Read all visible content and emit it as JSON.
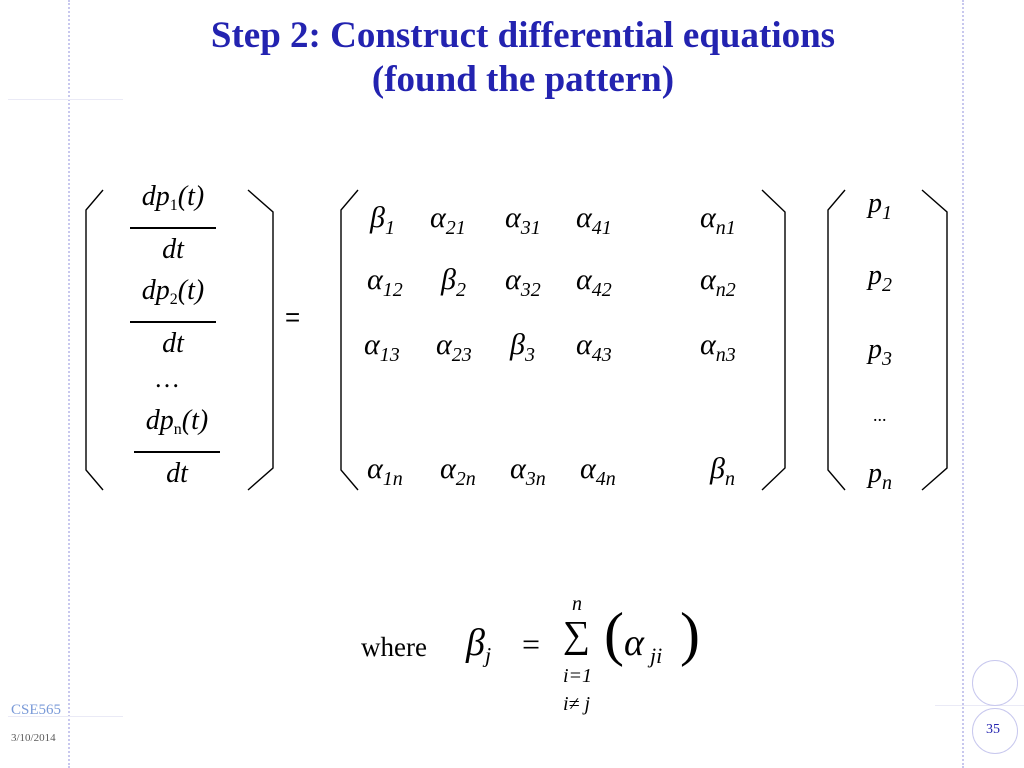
{
  "slide": {
    "title_line1": "Step 2: Construct differential equations",
    "title_line2": "(found the pattern)"
  },
  "lhs": {
    "f1_num": "dp",
    "f1_sub": "1",
    "f1_arg": "(t)",
    "f1_den": "dt",
    "f2_num": "dp",
    "f2_sub": "2",
    "f2_arg": "(t)",
    "f2_den": "dt",
    "ellipsis": "…",
    "fn_num": "dp",
    "fn_sub": "n",
    "fn_arg": "(t)",
    "fn_den": "dt"
  },
  "equals": "=",
  "matrix": {
    "r1": [
      {
        "sym": "β",
        "sub": "1"
      },
      {
        "sym": "α",
        "sub": "21"
      },
      {
        "sym": "α",
        "sub": "31"
      },
      {
        "sym": "α",
        "sub": "41"
      },
      {
        "sym": "α",
        "sub": "n1"
      }
    ],
    "r2": [
      {
        "sym": "α",
        "sub": "12"
      },
      {
        "sym": "β",
        "sub": "2"
      },
      {
        "sym": "α",
        "sub": "32"
      },
      {
        "sym": "α",
        "sub": "42"
      },
      {
        "sym": "α",
        "sub": "n2"
      }
    ],
    "r3": [
      {
        "sym": "α",
        "sub": "13"
      },
      {
        "sym": "α",
        "sub": "23"
      },
      {
        "sym": "β",
        "sub": "3"
      },
      {
        "sym": "α",
        "sub": "43"
      },
      {
        "sym": "α",
        "sub": "n3"
      }
    ],
    "r4": [
      {
        "sym": "α",
        "sub": "1n"
      },
      {
        "sym": "α",
        "sub": "2n"
      },
      {
        "sym": "α",
        "sub": "3n"
      },
      {
        "sym": "α",
        "sub": "4n"
      },
      {
        "sym": "β",
        "sub": "n"
      }
    ]
  },
  "vector": [
    {
      "sym": "p",
      "sub": "1"
    },
    {
      "sym": "p",
      "sub": "2"
    },
    {
      "sym": "p",
      "sub": "3"
    },
    {
      "sym": "...",
      "sub": ""
    },
    {
      "sym": "p",
      "sub": "n"
    }
  ],
  "where": {
    "label": "where",
    "beta": "β",
    "beta_sub": "j",
    "equals": "=",
    "sigma": "∑",
    "upper": "n",
    "lower1": "i=1",
    "lower2": "i≠ j",
    "lparen": "(",
    "alpha": "α",
    "alpha_sub": "ji",
    "rparen": ")"
  },
  "footer": {
    "course": "CSE565",
    "date": "3/10/2014",
    "page": "35"
  },
  "colors": {
    "title": "#2323b0",
    "course": "#7a9ad8",
    "date": "#5a5a5a",
    "page": "#2323b0"
  }
}
